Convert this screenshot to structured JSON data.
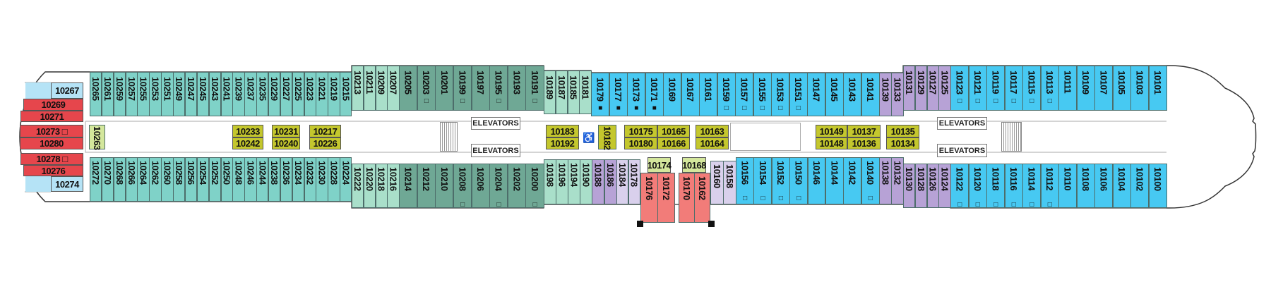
{
  "colors": {
    "teal": "#7fd2c8",
    "light_green": "#a9dfca",
    "dark_green": "#6fa895",
    "blue": "#47c9f2",
    "purple": "#b7a2d6",
    "lavender": "#d9d0ec",
    "red": "#e6464c",
    "pink": "#f27c79",
    "yellow": "#c4c72d",
    "yellow_green": "#d4e79c",
    "light_blue": "#b5e3f6",
    "hull": "#333333"
  },
  "markers": {
    "open": "□",
    "filled": "■",
    "open_list": [
      "10203",
      "10199",
      "10195",
      "10191",
      "10159",
      "10157",
      "10155",
      "10153",
      "10151",
      "10123",
      "10121",
      "10119",
      "10117",
      "10115",
      "10113",
      "10208",
      "10204",
      "10200",
      "10156",
      "10154",
      "10152",
      "10150",
      "10140",
      "10122",
      "10120",
      "10118",
      "10116",
      "10114",
      "10112",
      "10273",
      "10278"
    ],
    "filled_list": [
      "10179",
      "10177",
      "10173",
      "10171"
    ]
  },
  "top_row": [
    {
      "color": "teal",
      "cabins": [
        "10265",
        "10261",
        "10259",
        "10257",
        "10255",
        "10253",
        "10251",
        "10249",
        "10247",
        "10245",
        "10243",
        "10241",
        "10239",
        "10237",
        "10235",
        "10229",
        "10227",
        "10225",
        "10223",
        "10221",
        "10219",
        "10215"
      ]
    },
    {
      "color": "light_green",
      "cabins": [
        "10213",
        "10211",
        "10209",
        "10207"
      ]
    },
    {
      "color": "dark_green",
      "cabins": [
        "10205",
        "10203",
        "10201",
        "10199",
        "10197",
        "10195",
        "10193",
        "10191"
      ]
    },
    {
      "color": "light_green",
      "cabins": [
        "10189",
        "10187",
        "10185",
        "10181"
      ]
    },
    {
      "color": "blue",
      "cabins": [
        "10179",
        "10177",
        "10173",
        "10171",
        "10169",
        "10167",
        "10161",
        "10159",
        "10157",
        "10155",
        "10153",
        "10151",
        "10147",
        "10145",
        "10143",
        "10141"
      ]
    },
    {
      "color": "purple",
      "cabins": [
        "10139",
        "10133"
      ]
    },
    {
      "color": "purple",
      "cabins": [
        "10131",
        "10129",
        "10127",
        "10125"
      ]
    },
    {
      "color": "blue",
      "cabins": [
        "10123",
        "10121",
        "10119",
        "10117",
        "10115",
        "10113",
        "10111",
        "10109",
        "10107",
        "10105",
        "10103",
        "10101"
      ]
    }
  ],
  "bottom_row": [
    {
      "color": "teal",
      "cabins": [
        "10272",
        "10270",
        "10268",
        "10266",
        "10264",
        "10262",
        "10260",
        "10258",
        "10256",
        "10254",
        "10252",
        "10250",
        "10248",
        "10246",
        "10244",
        "10238",
        "10236",
        "10234",
        "10232",
        "10230",
        "10228",
        "10224"
      ]
    },
    {
      "color": "light_green",
      "cabins": [
        "10222",
        "10220",
        "10218",
        "10216"
      ]
    },
    {
      "color": "dark_green",
      "cabins": [
        "10214",
        "10212",
        "10210",
        "10208",
        "10206",
        "10204",
        "10202",
        "10200"
      ]
    },
    {
      "color": "light_green",
      "cabins": [
        "10198",
        "10196",
        "10194",
        "10190"
      ]
    },
    {
      "color": "purple",
      "cabins": [
        "10188",
        "10186"
      ]
    },
    {
      "color": "lavender",
      "cabins": [
        "10184",
        "10178"
      ]
    },
    {
      "color": "pink",
      "cabins": [
        "10176",
        "10172"
      ]
    },
    {
      "color": "pink",
      "cabins": [
        "10170",
        "10162"
      ]
    },
    {
      "color": "lavender",
      "cabins": [
        "10160",
        "10158"
      ]
    },
    {
      "color": "blue",
      "cabins": [
        "10156",
        "10154",
        "10152",
        "10150",
        "10146",
        "10144",
        "10142",
        "10140"
      ]
    },
    {
      "color": "purple",
      "cabins": [
        "10138",
        "10132"
      ]
    },
    {
      "color": "purple",
      "cabins": [
        "10130",
        "10128",
        "10126",
        "10124"
      ]
    },
    {
      "color": "blue",
      "cabins": [
        "10122",
        "10120",
        "10118",
        "10116",
        "10114",
        "10112",
        "10110",
        "10108",
        "10106",
        "10104",
        "10102",
        "10100"
      ]
    }
  ],
  "stern": {
    "c10267": "10267",
    "c10269": "10269",
    "c10271": "10271",
    "c10273": "10273 □",
    "c10280": "10280",
    "c10278": "10278 □",
    "c10276": "10276",
    "c10274": "10274"
  },
  "center": {
    "c10263": "10263",
    "c10233": "10233",
    "c10242": "10242",
    "c10231": "10231",
    "c10240": "10240",
    "c10217": "10217",
    "c10226": "10226",
    "c10183": "10183",
    "c10192": "10192",
    "c10182": "10182",
    "c10175": "10175",
    "c10180": "10180",
    "c10165": "10165",
    "c10166": "10166",
    "c10163": "10163",
    "c10164": "10164",
    "c10149": "10149",
    "c10148": "10148",
    "c10137": "10137",
    "c10136": "10136",
    "c10135": "10135",
    "c10134": "10134",
    "c10174": "10174",
    "c10168": "10168"
  },
  "elevators": {
    "label": "ELEVATORS"
  },
  "icons": {
    "accessible": "wheelchair-accessible-icon"
  }
}
